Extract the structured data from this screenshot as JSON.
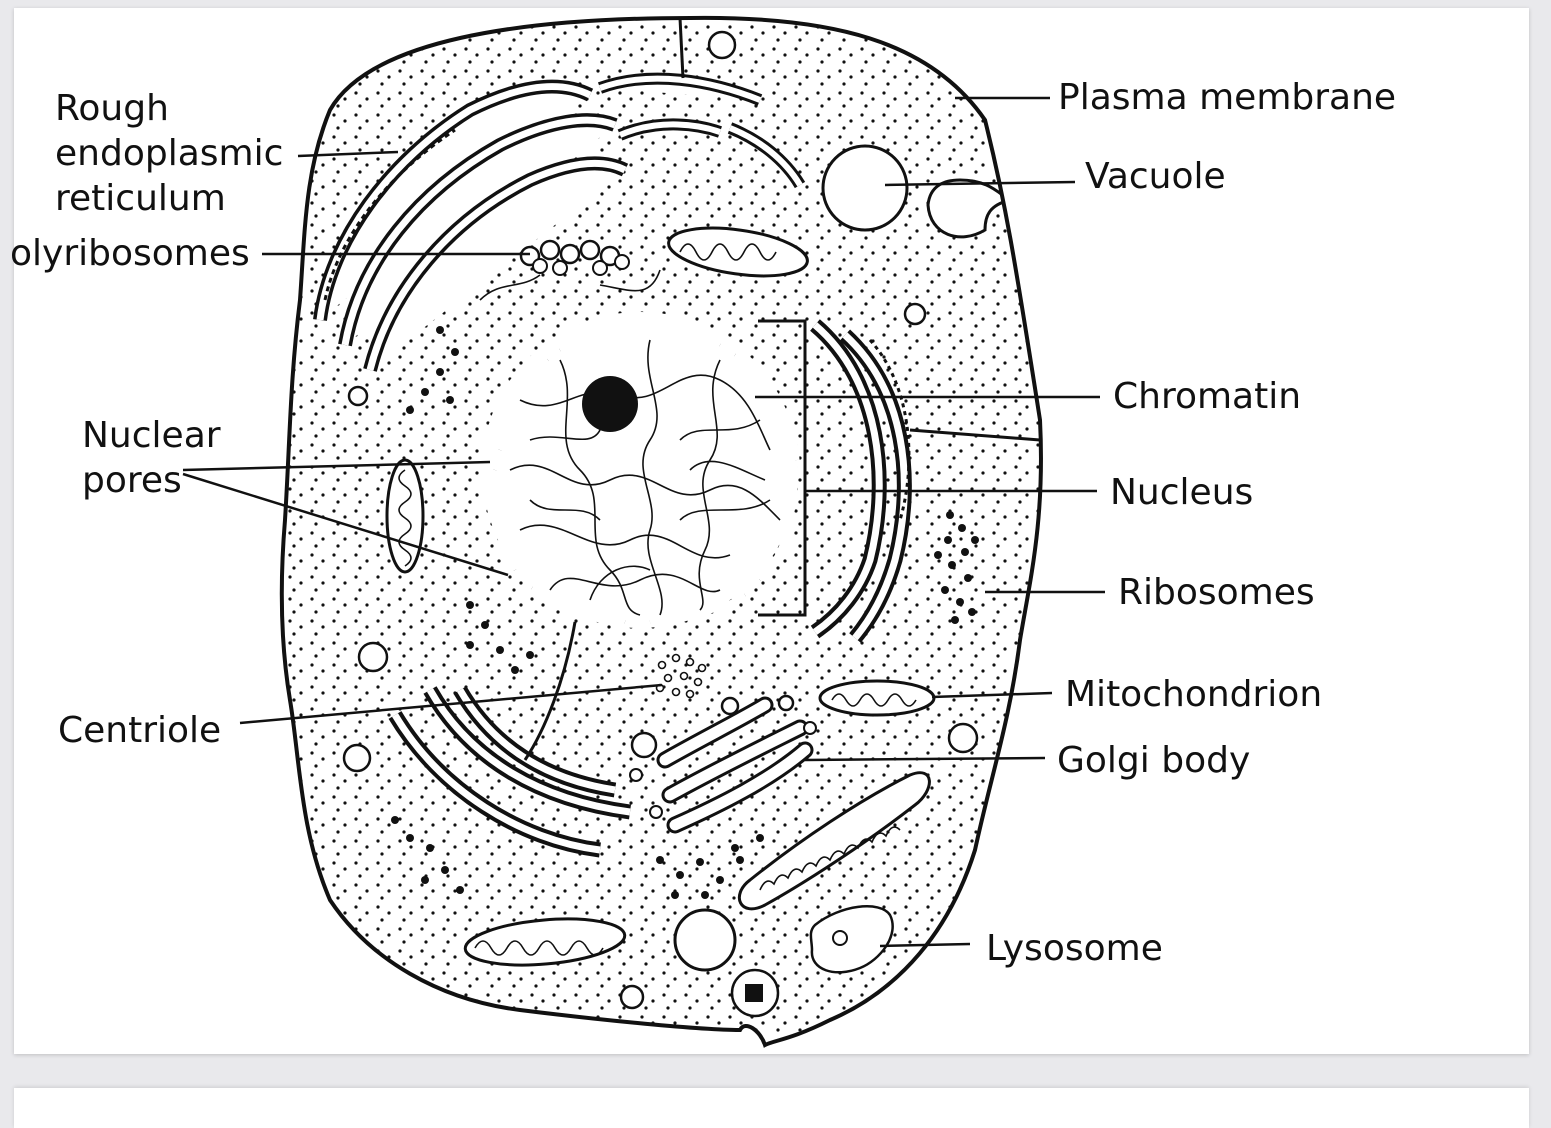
{
  "labels": {
    "rough_er_line1": "Rough",
    "rough_er_line2": "endoplasmic",
    "rough_er_line3": "reticulum",
    "polyribosomes": "olyribosomes",
    "nuclear_pores_line1": "Nuclear",
    "nuclear_pores_line2": "pores",
    "centriole": "Centriole",
    "plasma_membrane": "Plasma membrane",
    "vacuole": "Vacuole",
    "chromatin": "Chromatin",
    "nucleus": "Nucleus",
    "ribosomes": "Ribosomes",
    "mitochondrion": "Mitochondrion",
    "golgi_body": "Golgi body",
    "lysosome": "Lysosome"
  },
  "colors": {
    "ink": "#111111",
    "paper": "#ffffff",
    "background": "#e9e9ec"
  }
}
